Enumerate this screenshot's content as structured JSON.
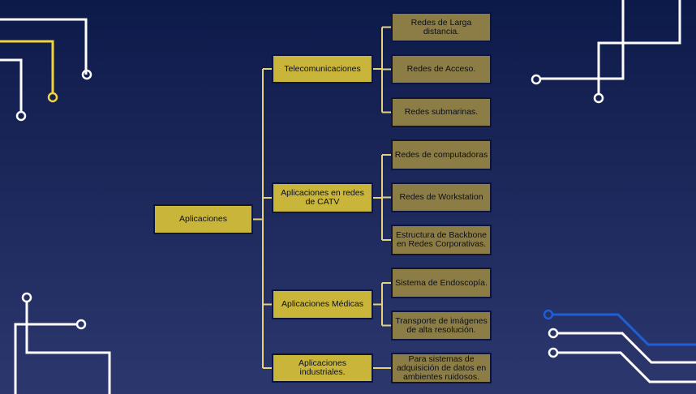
{
  "colors": {
    "connector": "#e6d27a",
    "root_fill": "#c9b53a",
    "category_fill": "#c9b53a",
    "leaf_fill": "#8b7d45",
    "circuit_white": "#ffffff",
    "circuit_yellow": "#f2d43a",
    "circuit_blue": "#1f5fd6"
  },
  "diagram": {
    "root": "Aplicaciones",
    "categories": [
      {
        "label": "Telecomunicaciones",
        "items": [
          "Redes de Larga distancia.",
          "Redes de Acceso.",
          "Redes submarinas."
        ]
      },
      {
        "label": "Aplicaciones en redes de CATV",
        "items": [
          "Redes de computadoras",
          "Redes de Workstation",
          "Estructura de Backbone en Redes Corporativas."
        ]
      },
      {
        "label": "Aplicaciones Médicas",
        "items": [
          "Sistema de Endoscopía.",
          "Transporte de imágenes de alta resolución."
        ]
      },
      {
        "label": "Aplicaciones industriales.",
        "items": [
          "Para sistemas de adquisición de datos en ambientes ruidosos."
        ]
      }
    ]
  }
}
